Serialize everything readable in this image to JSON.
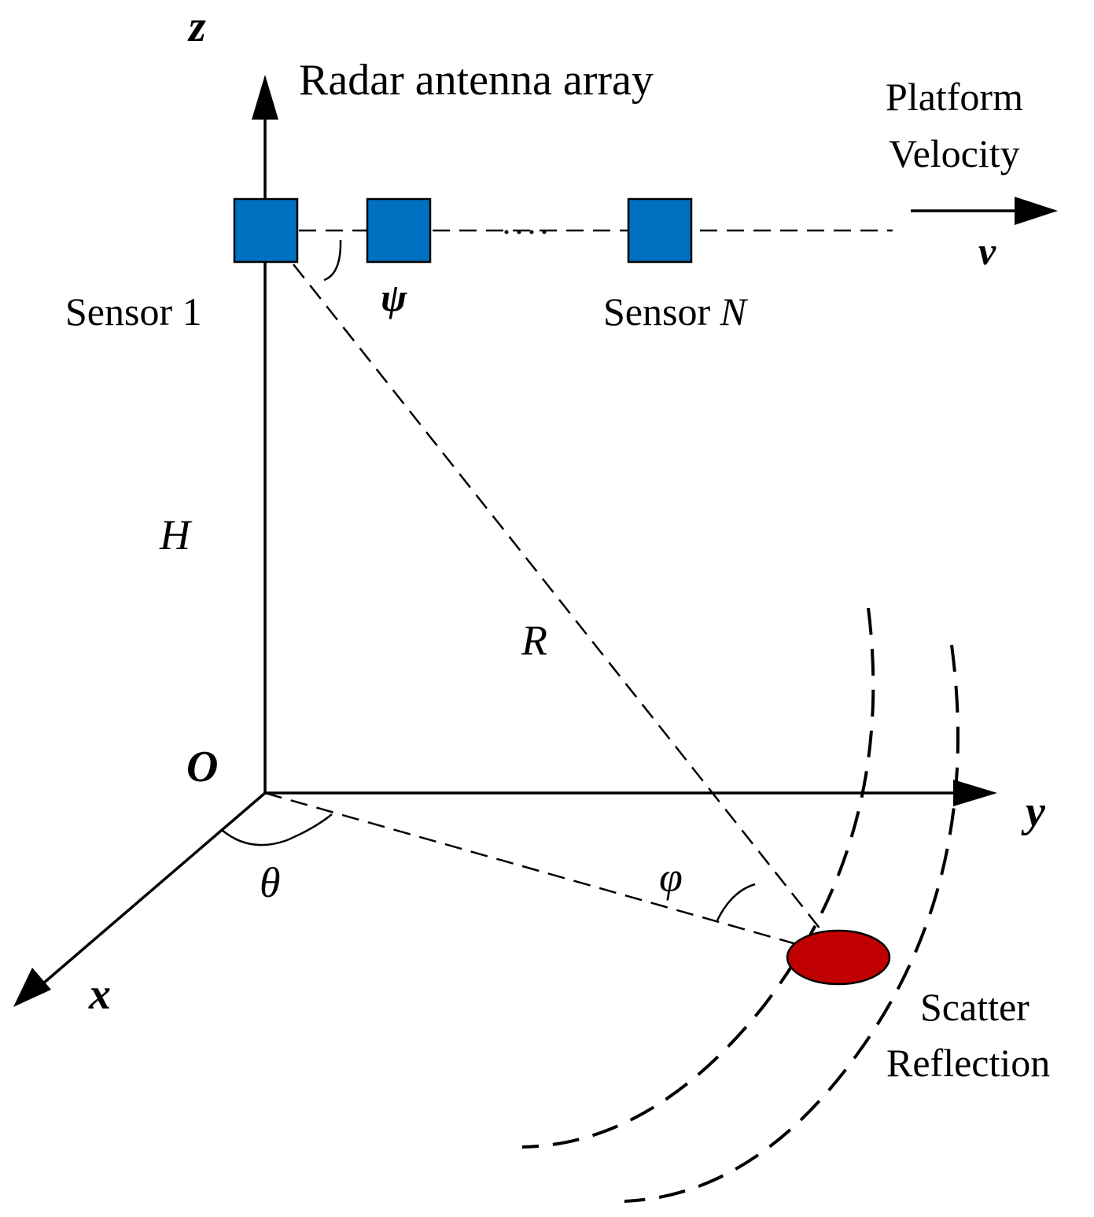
{
  "title": "Radar antenna array",
  "axes": {
    "z": "z",
    "y": "y",
    "x": "x",
    "origin": "O"
  },
  "labels": {
    "sensor_first": "Sensor 1",
    "sensor_last_prefix": "Sensor ",
    "sensor_last_index": "N",
    "platform_velocity_line1": "Platform",
    "platform_velocity_line2": "Velocity",
    "velocity_symbol": "v",
    "psi": "ψ",
    "height": "H",
    "range": "R",
    "theta": "θ",
    "phi": "φ",
    "scatter_line1": "Scatter",
    "scatter_line2": "Reflection"
  },
  "colors": {
    "sensor_fill": "#0070c0",
    "scatter_fill": "#c00000",
    "line": "#000000"
  }
}
